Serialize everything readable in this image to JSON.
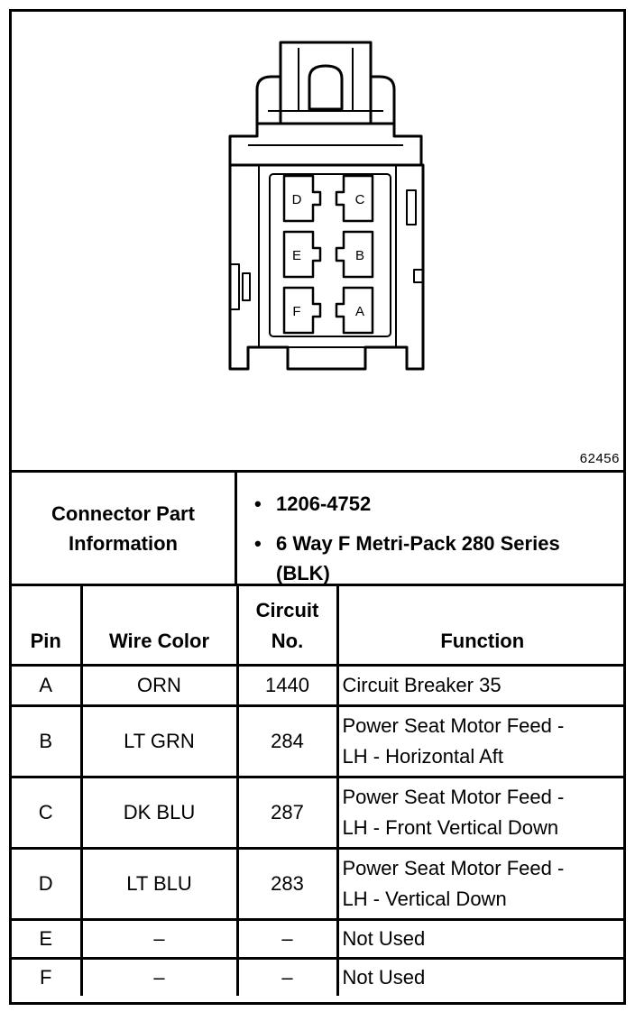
{
  "figure": {
    "id_label": "62456",
    "pin_labels": [
      "D",
      "C",
      "E",
      "B",
      "F",
      "A"
    ]
  },
  "connector_info": {
    "label_line1": "Connector Part",
    "label_line2": "Information",
    "items": [
      "1206-4752",
      "6 Way F Metri-Pack 280 Series (BLK)"
    ]
  },
  "table": {
    "headers": {
      "pin": "Pin",
      "wire_color": "Wire Color",
      "circuit_line1": "Circuit",
      "circuit_line2": "No.",
      "function": "Function"
    },
    "rows": [
      {
        "pin": "A",
        "wire_color": "ORN",
        "circuit": "1440",
        "function_line1": "Circuit Breaker 35",
        "function_line2": ""
      },
      {
        "pin": "B",
        "wire_color": "LT GRN",
        "circuit": "284",
        "function_line1": "Power Seat Motor Feed -",
        "function_line2": "LH - Horizontal Aft"
      },
      {
        "pin": "C",
        "wire_color": "DK BLU",
        "circuit": "287",
        "function_line1": "Power Seat Motor Feed -",
        "function_line2": "LH - Front Vertical Down"
      },
      {
        "pin": "D",
        "wire_color": "LT BLU",
        "circuit": "283",
        "function_line1": "Power Seat Motor Feed -",
        "function_line2": "LH - Vertical Down"
      },
      {
        "pin": "E",
        "wire_color": "–",
        "circuit": "–",
        "function_line1": "Not Used",
        "function_line2": ""
      },
      {
        "pin": "F",
        "wire_color": "–",
        "circuit": "–",
        "function_line1": "Not Used",
        "function_line2": ""
      }
    ]
  }
}
